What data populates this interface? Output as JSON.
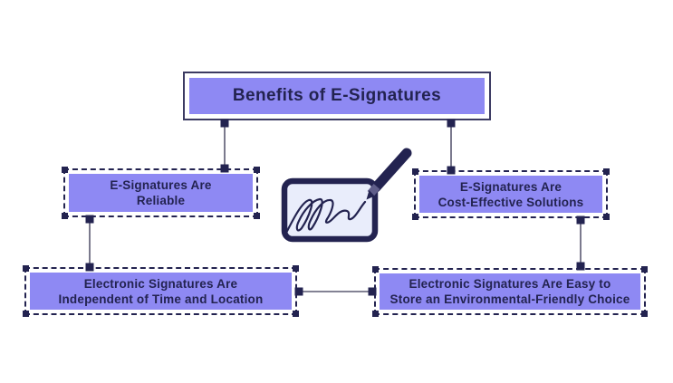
{
  "title": {
    "text": "Benefits of E-Signatures"
  },
  "nodes": {
    "reliable": {
      "line1": "E-Signatures Are",
      "line2": "Reliable"
    },
    "cost": {
      "line1": "E-Signatures Are",
      "line2": "Cost-Effective Solutions"
    },
    "independent": {
      "line1": "Electronic Signatures Are",
      "line2": "Independent of Time and Location"
    },
    "store": {
      "line1": "Electronic Signatures Are Easy to",
      "line2": "Store an Environmental-Friendly Choice"
    }
  },
  "illustration": {
    "name": "tablet-signature-pen-icon"
  },
  "colors": {
    "node_fill": "#8e89f3",
    "ink_navy": "#232350",
    "tablet_screen": "#e9edfb",
    "connector_line": "#5a5971",
    "pen_ferrule": "#605e8a"
  }
}
